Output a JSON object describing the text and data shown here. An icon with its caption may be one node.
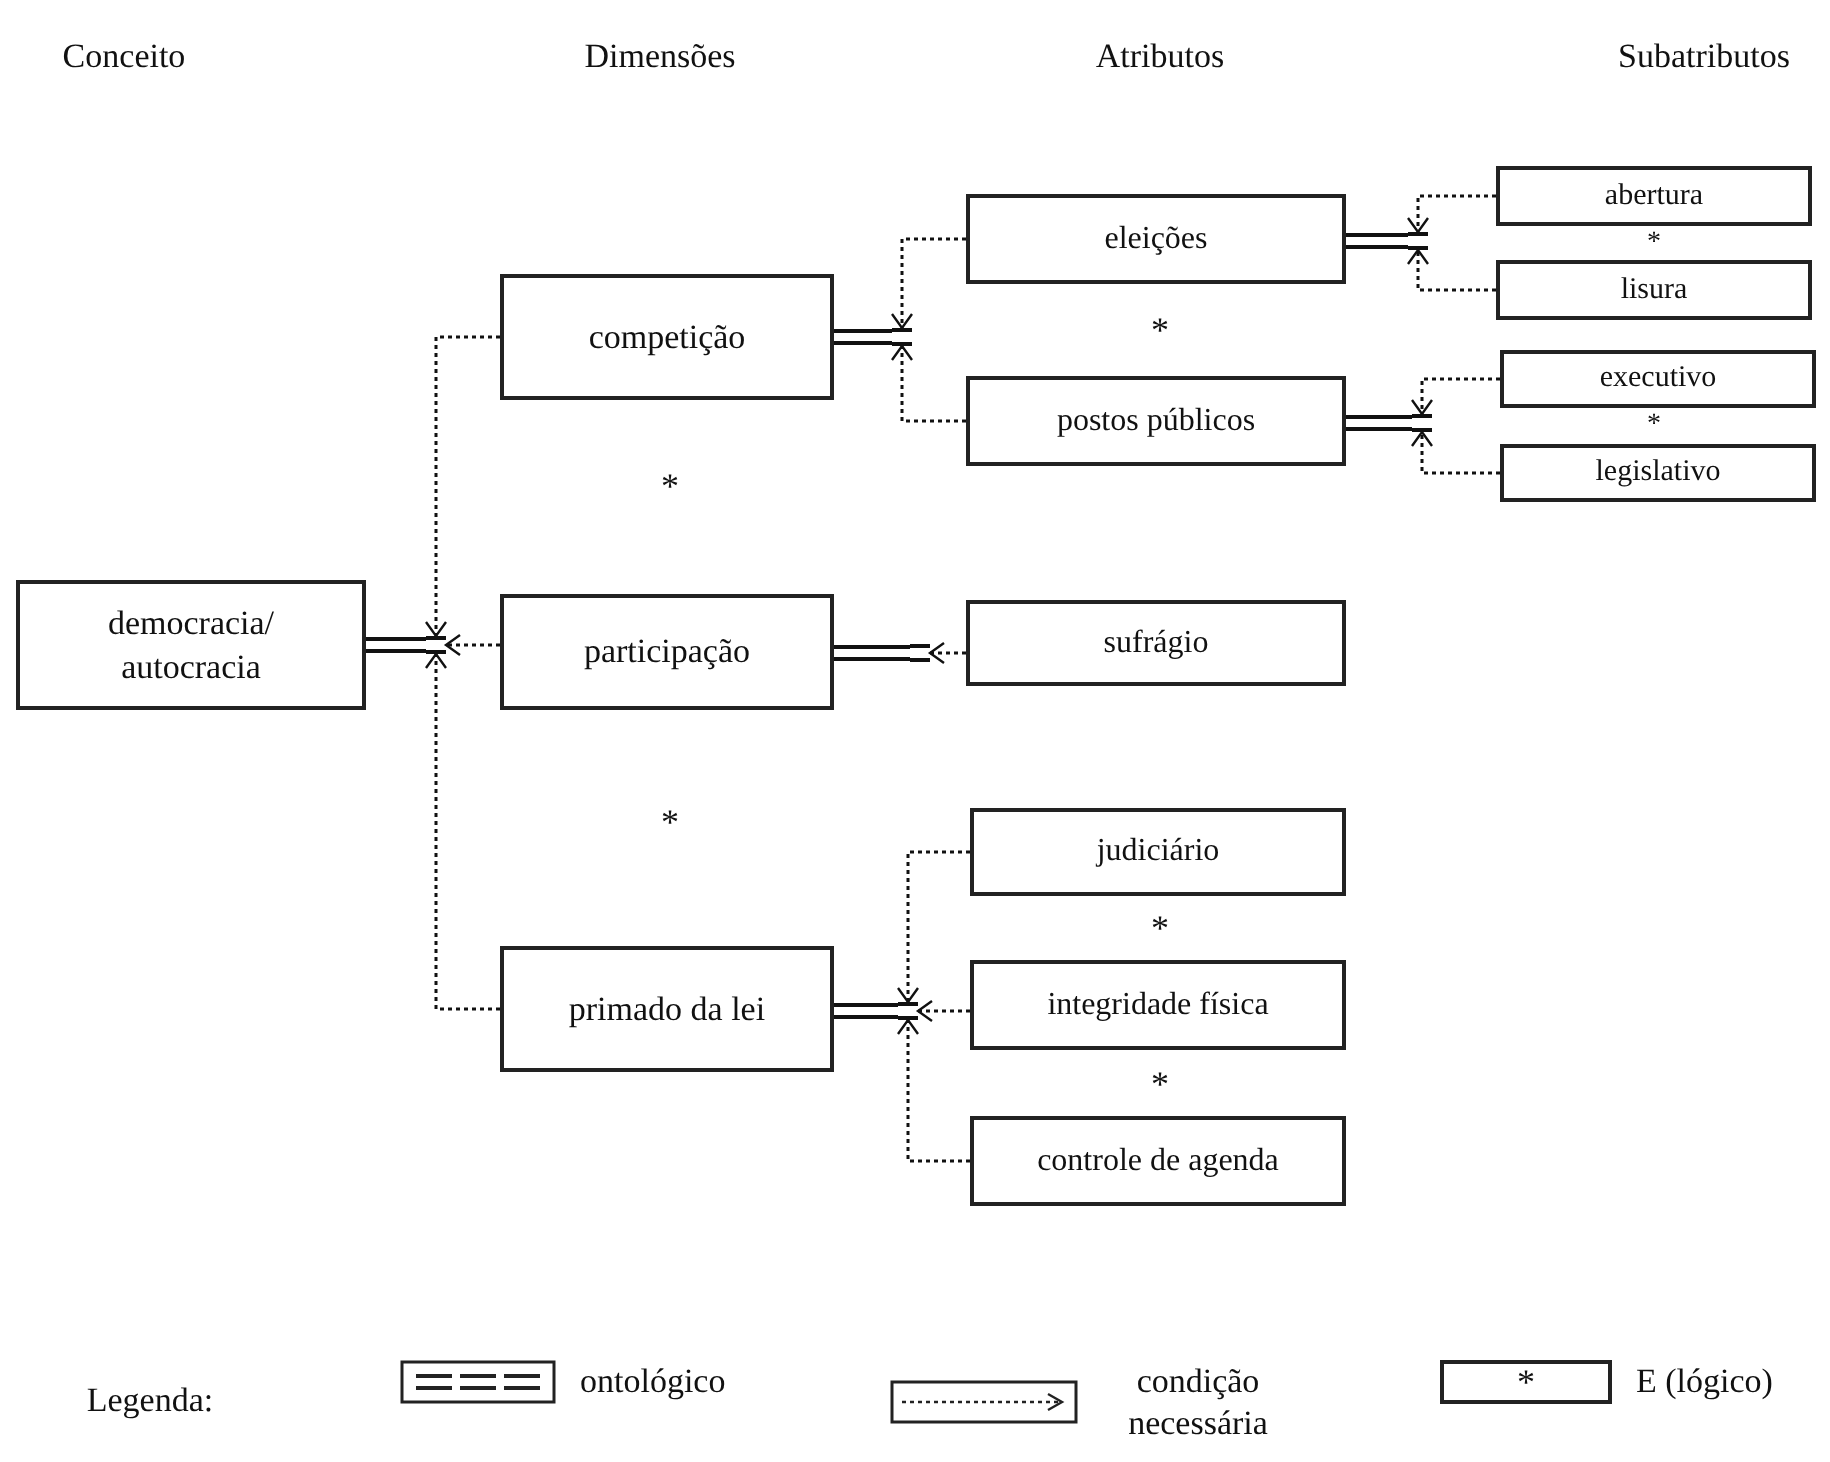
{
  "diagram": {
    "nodes": [
      {
        "text": [
          "democracia/ autocracia"
        ]
      },
      {
        "text": [
          "competição"
        ]
      },
      {
        "text": [
          "participação"
        ]
      },
      {
        "text": [
          "primado da lei"
        ]
      },
      {
        "text": [
          "eleições"
        ]
      },
      {
        "text": [
          "postos públicos"
        ]
      },
      {
        "text": [
          "sufrágio"
        ]
      },
      {
        "text": [
          "judiciário"
        ]
      },
      {
        "text": [
          "integridade física"
        ]
      },
      {
        "text": [
          "controle de agenda"
        ]
      },
      {
        "text": [
          "abertura"
        ]
      },
      {
        "text": [
          "lisura"
        ]
      },
      {
        "text": [
          "executivo"
        ]
      },
      {
        "text": [
          "legislativo"
        ]
      },
      {
        "text": [],
        "shape": "bar"
      },
      {
        "text": [],
        "shape": "bar"
      },
      {
        "text": [],
        "shape": "bar"
      },
      {
        "text": [],
        "shape": "bar"
      },
      {
        "text": [],
        "shape": "bar"
      },
      {
        "text": [],
        "shape": "bar"
      }
    ],
    "edges": [
      {
        "from": 14,
        "to": 0,
        "arrow": "none"
      },
      {
        "from": 1,
        "to": 14,
        "arrow": "to",
        "style": "dashed"
      },
      {
        "from": 2,
        "to": 14,
        "arrow": "to",
        "style": "dashed"
      },
      {
        "from": 3,
        "to": 14,
        "arrow": "to",
        "style": "dashed"
      },
      {
        "from": 15,
        "to": 1,
        "arrow": "none"
      },
      {
        "from": 4,
        "to": 15,
        "arrow": "to",
        "style": "dashed"
      },
      {
        "from": 5,
        "to": 15,
        "arrow": "to",
        "style": "dashed"
      },
      {
        "from": 16,
        "to": 2,
        "arrow": "none"
      },
      {
        "from": 6,
        "to": 16,
        "arrow": "to",
        "style": "dashed"
      },
      {
        "from": 17,
        "to": 3,
        "arrow": "none"
      },
      {
        "from": 7,
        "to": 17,
        "arrow": "to",
        "style": "dashed"
      },
      {
        "from": 8,
        "to": 17,
        "arrow": "to",
        "style": "dashed"
      },
      {
        "from": 9,
        "to": 17,
        "arrow": "to",
        "style": "dashed"
      },
      {
        "from": 18,
        "to": 4,
        "arrow": "none"
      },
      {
        "from": 10,
        "to": 18,
        "arrow": "to",
        "style": "dashed"
      },
      {
        "from": 11,
        "to": 18,
        "arrow": "to",
        "style": "dashed"
      },
      {
        "from": 19,
        "to": 5,
        "arrow": "none"
      },
      {
        "from": 12,
        "to": 19,
        "arrow": "to",
        "style": "dashed"
      },
      {
        "from": 13,
        "to": 19,
        "arrow": "to",
        "style": "dashed"
      }
    ],
    "labels": [
      "Conceito",
      "Dimensões",
      "Atributos",
      "Subatributos",
      "*",
      "*",
      "*",
      "*",
      "*",
      "*",
      "*",
      "Legenda:",
      "*"
    ],
    "legend": [
      {
        "text": "ontológico"
      },
      {
        "text": "condição necessária"
      },
      {
        "text": "E (lógico)"
      }
    ]
  }
}
